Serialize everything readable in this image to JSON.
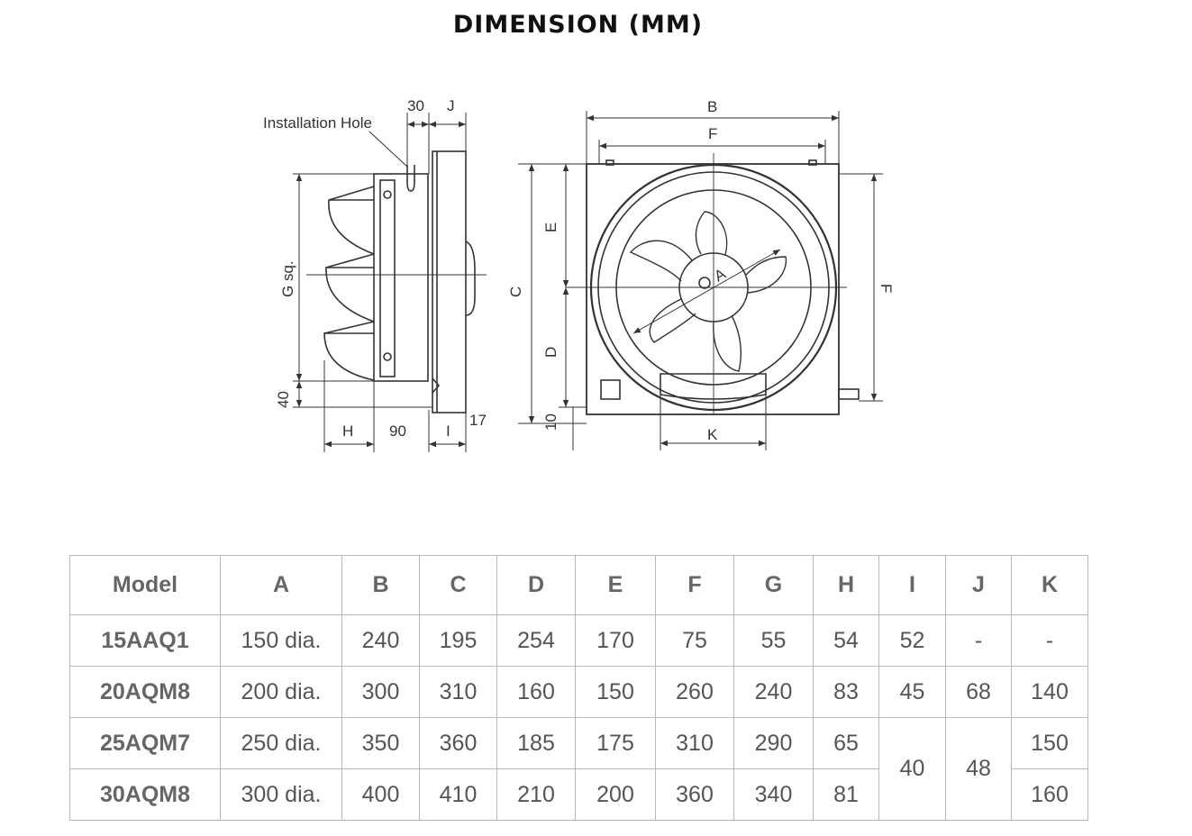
{
  "title": "DIMENSION (MM)",
  "diagram": {
    "labels": {
      "installation_hole": "Installation Hole",
      "d30": "30",
      "j": "J",
      "g_sq": "G sq.",
      "d40": "40",
      "h": "H",
      "d90": "90",
      "i": "I",
      "d17": "17",
      "b": "B",
      "f_top": "F",
      "e": "E",
      "c": "C",
      "d": "D",
      "f_side": "F",
      "a": "A",
      "d10": "10",
      "k": "K"
    }
  },
  "table": {
    "headers": [
      "Model",
      "A",
      "B",
      "C",
      "D",
      "E",
      "F",
      "G",
      "H",
      "I",
      "J",
      "K"
    ],
    "rows": [
      [
        "15AAQ1",
        "150 dia.",
        "240",
        "195",
        "254",
        "170",
        "75",
        "55",
        "54",
        "52",
        "-",
        "-"
      ],
      [
        "20AQM8",
        "200 dia.",
        "300",
        "310",
        "160",
        "150",
        "260",
        "240",
        "83",
        "45",
        "68",
        "140"
      ],
      [
        "25AQM7",
        "250 dia.",
        "350",
        "360",
        "185",
        "175",
        "310",
        "290",
        "65",
        "40",
        "48",
        "150"
      ],
      [
        "30AQM8",
        "300 dia.",
        "400",
        "410",
        "210",
        "200",
        "360",
        "340",
        "81",
        "",
        "",
        "160"
      ]
    ]
  }
}
